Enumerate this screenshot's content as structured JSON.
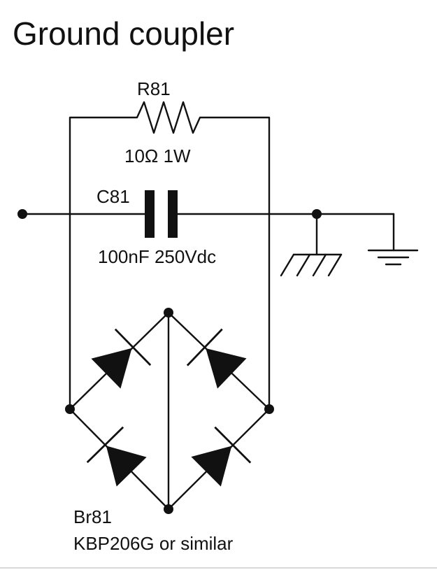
{
  "title": "Ground coupler",
  "resistor": {
    "ref": "R81",
    "value": "10Ω 1W"
  },
  "capacitor": {
    "ref": "C81",
    "value": "100nF 250Vdc"
  },
  "bridge": {
    "ref": "Br81",
    "part": "KBP206G or similar"
  },
  "icons": {
    "chassis_ground": "chassis-ground-icon",
    "signal_ground": "ground-icon",
    "diode": "diode-icon"
  }
}
